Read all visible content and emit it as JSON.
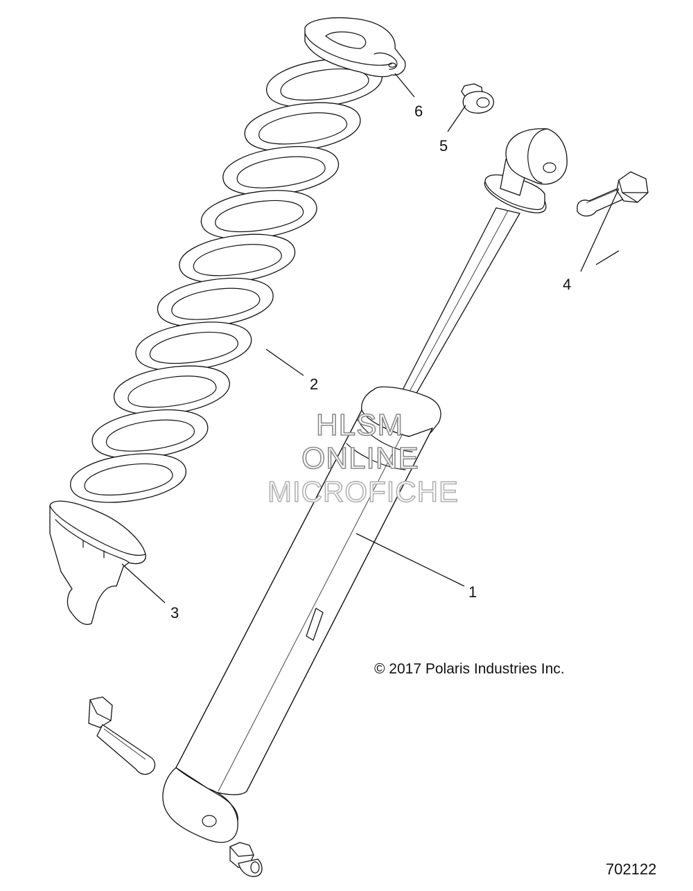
{
  "callouts": [
    {
      "id": "1",
      "label": "1"
    },
    {
      "id": "2",
      "label": "2"
    },
    {
      "id": "3",
      "label": "3"
    },
    {
      "id": "4",
      "label": "4"
    },
    {
      "id": "5",
      "label": "5"
    },
    {
      "id": "6",
      "label": "6"
    }
  ],
  "copyright": "© 2017 Polaris Industries Inc.",
  "reference_number": "702122",
  "watermark": {
    "line1": "HLSM",
    "line2": "ONLINE",
    "line3": "MICROFICHE"
  }
}
